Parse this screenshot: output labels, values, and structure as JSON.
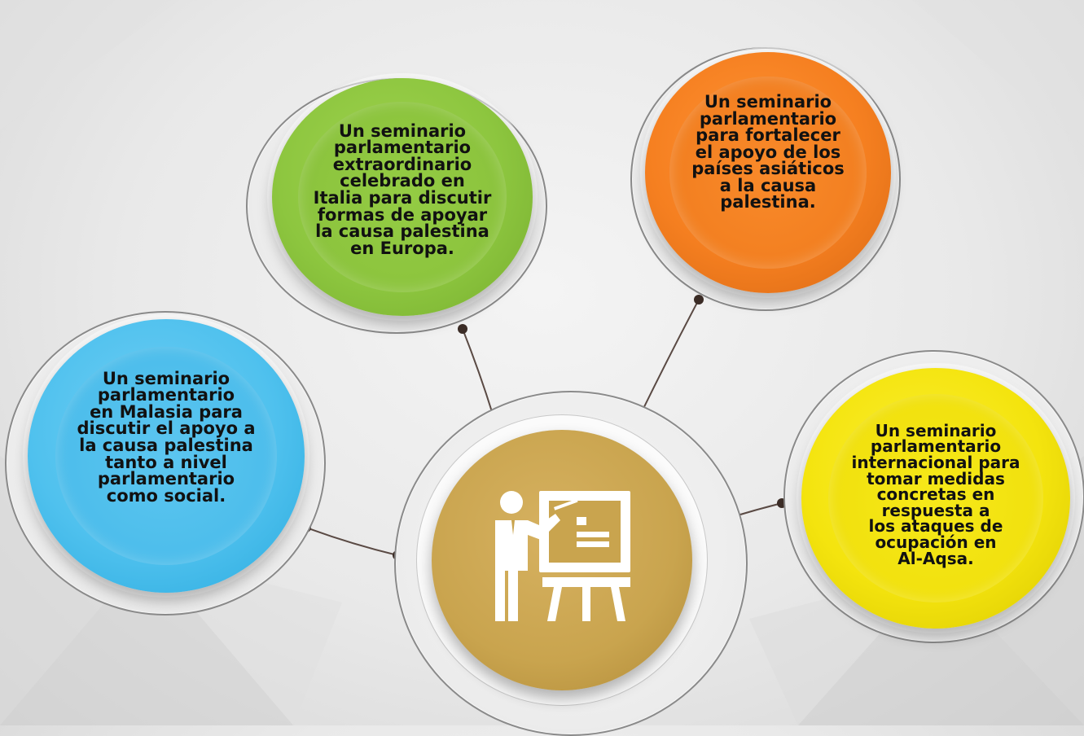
{
  "colors": {
    "green": "#8dc63f",
    "orange": "#f57f20",
    "blue": "#4fc1ee",
    "yellow": "#f4e40e",
    "gold": "#c9a44e"
  },
  "center": {
    "icon": "presenter-at-whiteboard-icon"
  },
  "nodes": {
    "green": {
      "text": "Un seminario\nparlamentario\nextraordinario\ncelebrado en\nItalia para discutir\nformas de apoyar\nla causa palestina\nen Europa."
    },
    "orange": {
      "text": "Un seminario\nparlamentario\npara fortalecer\nel apoyo de los\npaíses asiáticos\na la causa\npalestina."
    },
    "blue": {
      "text": "Un seminario\nparlamentario\nen Malasia para\ndiscutir el apoyo a\nla causa palestina\ntanto a nivel\nparlamentario\ncomo social."
    },
    "yellow": {
      "text": "Un seminario\nparlamentario\ninternacional para\ntomar medidas\nconcretas en\nrespuesta a\nlos ataques de\nocupación en\nAl-Aqsa."
    }
  }
}
